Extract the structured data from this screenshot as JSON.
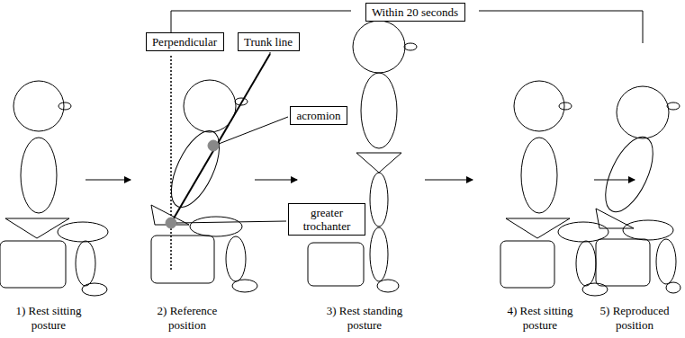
{
  "diagram": {
    "nodes": [
      {
        "text": [
          "Within 20 seconds"
        ]
      },
      {
        "text": [
          "Perpendicular"
        ]
      },
      {
        "text": [
          "Trunk line"
        ]
      },
      {
        "text": [
          "acromion"
        ]
      },
      {
        "text": [
          "greater trochanter"
        ]
      }
    ],
    "labels": [
      "1) Rest sitting posture",
      "2) Reference position",
      "3) Rest standing posture",
      "4) Rest sitting posture",
      "5) Reproduced position"
    ]
  }
}
